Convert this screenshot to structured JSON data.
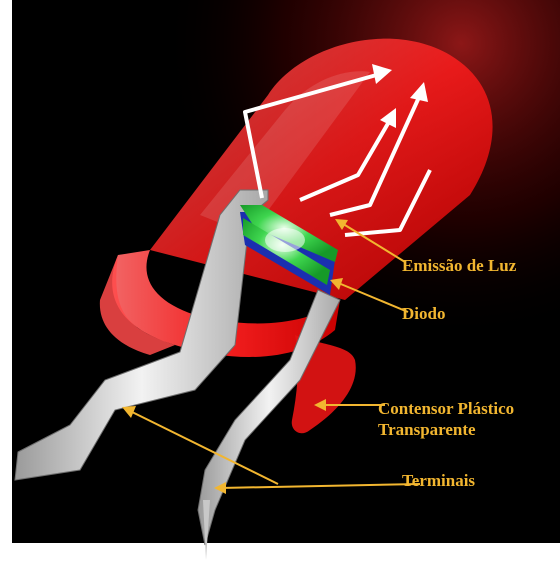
{
  "diagram": {
    "labels": {
      "light_emission": "Emissão de Luz",
      "diode": "Diodo",
      "plastic_container": "Contensor Plástico\nTransparente",
      "terminals": "Terminais"
    },
    "colors": {
      "background": "#000000",
      "label": "#f2b630",
      "leader_line": "#f2b630",
      "led_body": "#ff1e1e",
      "chip": "#22c03a",
      "chip_base": "#1b2fb0",
      "terminal": "#d9d9d9",
      "light_rays": "#ffffff"
    }
  }
}
